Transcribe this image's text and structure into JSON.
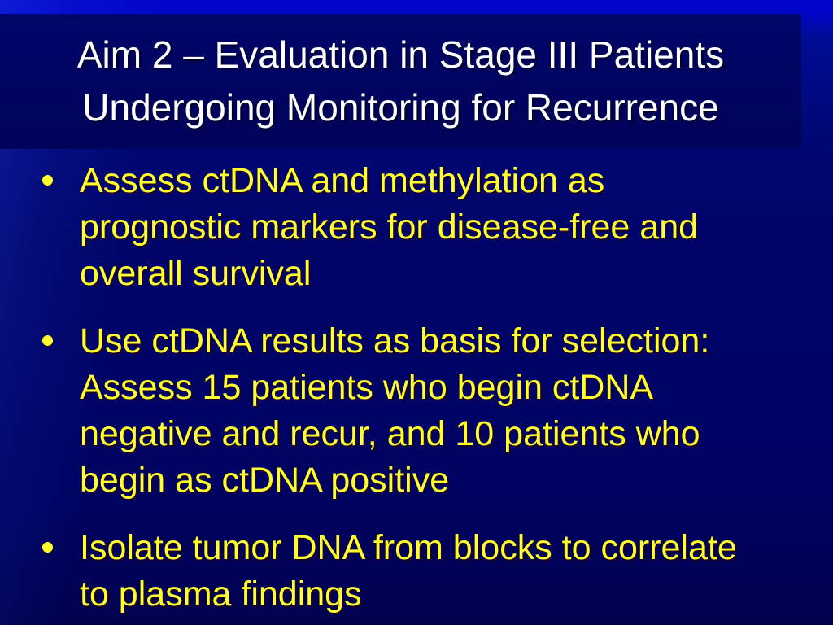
{
  "slide": {
    "title_lines": [
      "Aim 2 – Evaluation in Stage III Patients",
      "Undergoing Monitoring for Recurrence"
    ],
    "bullets": [
      {
        "lines": [
          "Assess ctDNA and methylation as",
          "prognostic markers for disease-free and",
          "overall survival"
        ]
      },
      {
        "lines": [
          "Use ctDNA results as basis for selection:",
          "Assess 15 patients who begin ctDNA",
          "negative and recur, and 10 patients who",
          "begin as ctDNA positive"
        ]
      },
      {
        "lines": [
          "Isolate tumor DNA from blocks to correlate",
          "to plasma findings"
        ]
      }
    ],
    "colors": {
      "background_top": "#0105c9",
      "background_bottom": "#00014e",
      "title_band": "#000460",
      "title_text": "#ffffff",
      "bullet_text": "#ffff2e"
    }
  }
}
